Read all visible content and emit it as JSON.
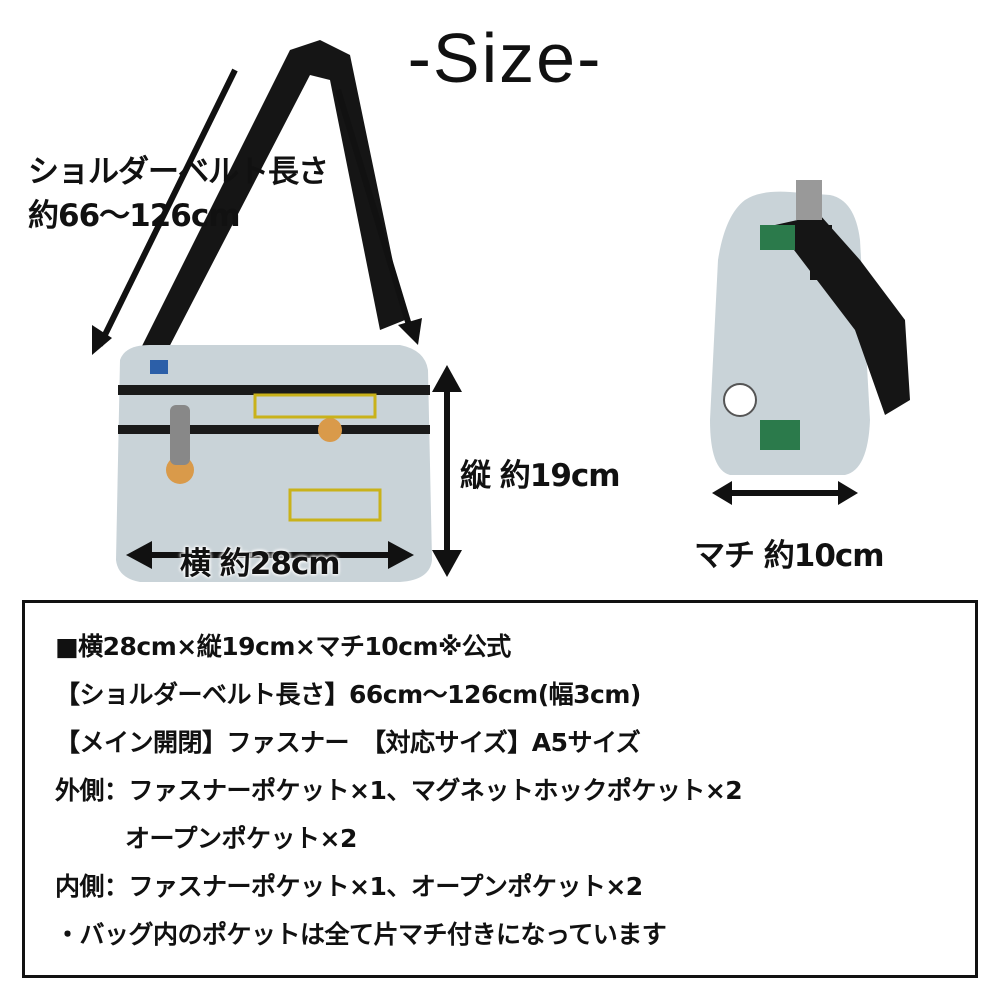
{
  "title": "-Size-",
  "strap_label": {
    "line1": "ショルダーベルト長さ",
    "line2": "約66〜126cm"
  },
  "height_label": "縦 約19cm",
  "width_label": "横 約28cm",
  "depth_label": "マチ 約10cm",
  "specs": [
    "■横28cm×縦19cm×マチ10cm※公式",
    "【ショルダーベルト長さ】66cm〜126cm(幅3cm)",
    "【メイン開閉】ファスナー　【対応サイズ】A5サイズ",
    "外側：ファスナーポケット×1、マグネットホックポケット×2",
    "オープンポケット×2",
    "内側：ファスナーポケット×1、オープンポケット×2",
    "・バッグ内のポケットは全て片マチ付きになっています"
  ],
  "colors": {
    "text": "#111111",
    "bag": "#c9d3d8",
    "strap": "#151515"
  }
}
